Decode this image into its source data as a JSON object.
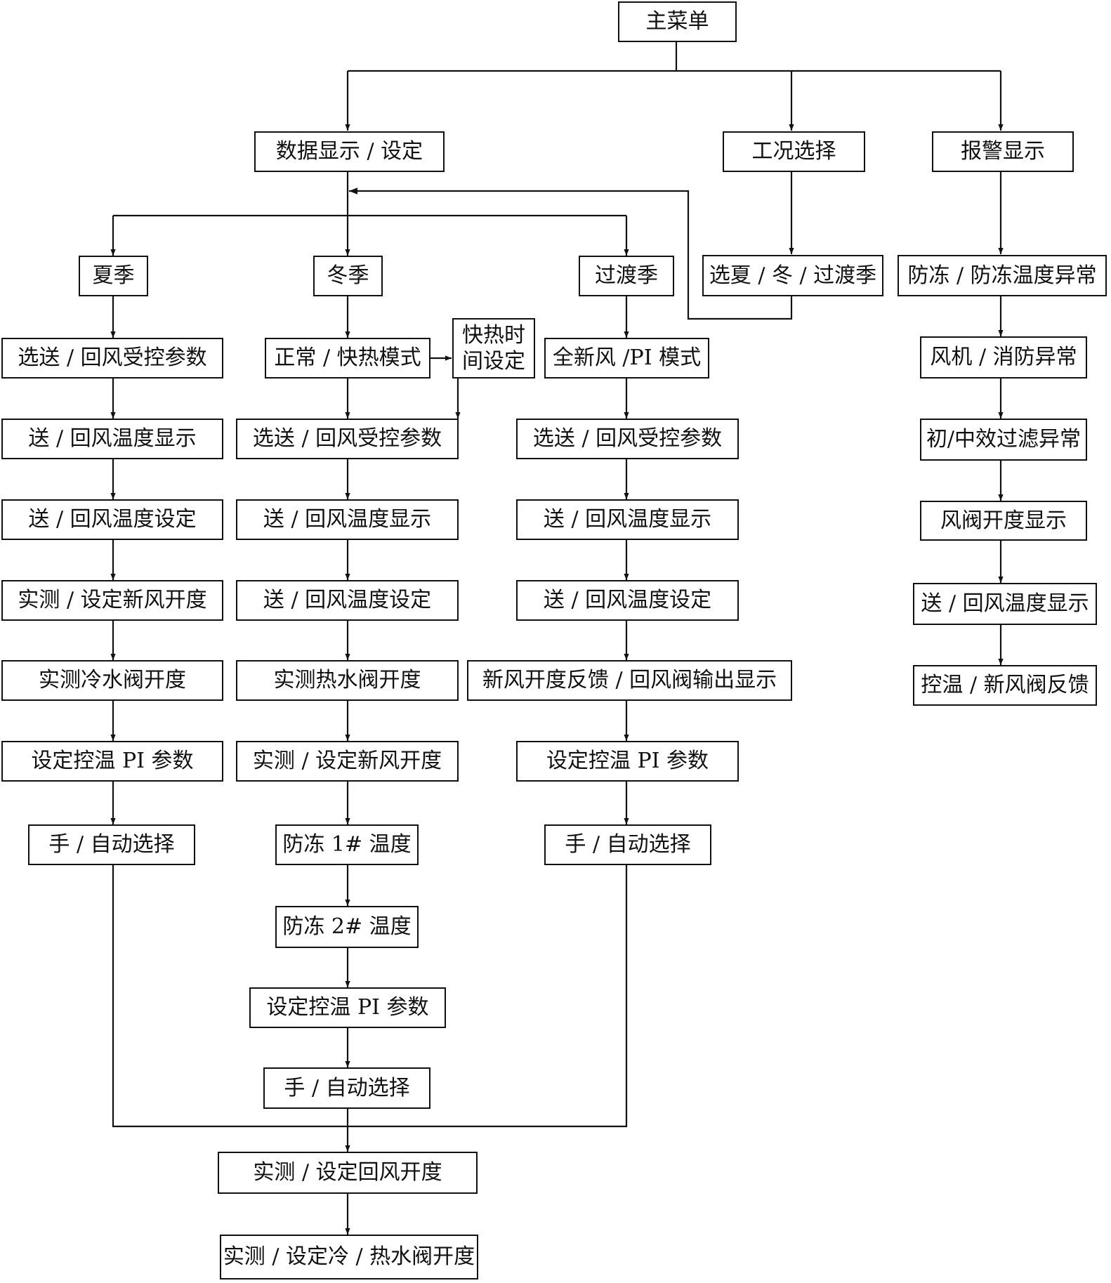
{
  "nodes": {
    "main": "主菜单",
    "data_display": "数据显示 / 设定",
    "mode_select": "工况选择",
    "alarm_display": "报警显示",
    "summer": "夏季",
    "winter": "冬季",
    "transition": "过渡季",
    "season_choice": "选夏 / 冬 / 过渡季",
    "alarm_1": "防冻 / 防冻温度异常",
    "summer_1": "选送 / 回风受控参数",
    "summer_2": "送 / 回风温度显示",
    "summer_3": "送 / 回风温度设定",
    "summer_4": "实测 / 设定新风开度",
    "summer_5": "实测冷水阀开度",
    "summer_6": "设定控温 PI 参数",
    "summer_7": "手 / 自动选择",
    "winter_mode": "正常 / 快热模式",
    "quick_heat_time": "快热时\n间设定",
    "winter_1": "选送 / 回风受控参数",
    "winter_2": "送 / 回风温度显示",
    "winter_3": "送 / 回风温度设定",
    "winter_4": "实测热水阀开度",
    "winter_5": "实测 / 设定新风开度",
    "winter_6": "防冻 1# 温度",
    "winter_7": "防冻 2# 温度",
    "winter_8": "设定控温 PI 参数",
    "winter_9": "手 / 自动选择",
    "trans_mode": "全新风 /PI 模式",
    "trans_1": "选送 / 回风受控参数",
    "trans_2": "送 / 回风温度显示",
    "trans_3": "送 / 回风温度设定",
    "trans_4": "新风开度反馈 / 回风阀输出显示",
    "trans_5": "设定控温 PI 参数",
    "trans_6": "手 / 自动选择",
    "alarm_2": "风机 / 消防异常",
    "alarm_3": "初/中效过滤异常",
    "alarm_4": "风阀开度显示",
    "alarm_5": "送 / 回风温度显示",
    "alarm_6": "控温 / 新风阀反馈",
    "common_1": "实测 / 设定回风开度",
    "common_2": "实测 / 设定冷 / 热水阀开度"
  }
}
